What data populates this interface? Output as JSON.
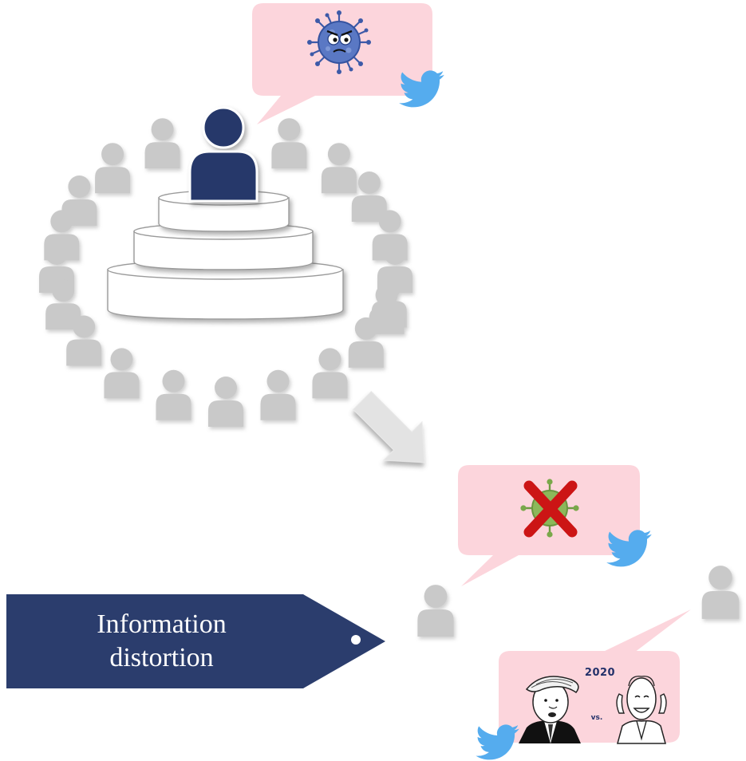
{
  "tag": {
    "line1": "Information",
    "line2": "distortion"
  },
  "political_bubble": {
    "year": "2020",
    "versus": "vs."
  },
  "colors": {
    "bubble_fill": "#fcd5dc",
    "speaker": "#25386a",
    "audience": "#c9c9c9",
    "twitter": "#55acee",
    "tag_fill": "#2b3d6d",
    "virus": "#4a68b5",
    "cross": "#cc1515"
  },
  "icons": [
    "virus-icon",
    "twitter-icon",
    "crossed-virus-icon",
    "arrow-icon",
    "person-icon"
  ]
}
